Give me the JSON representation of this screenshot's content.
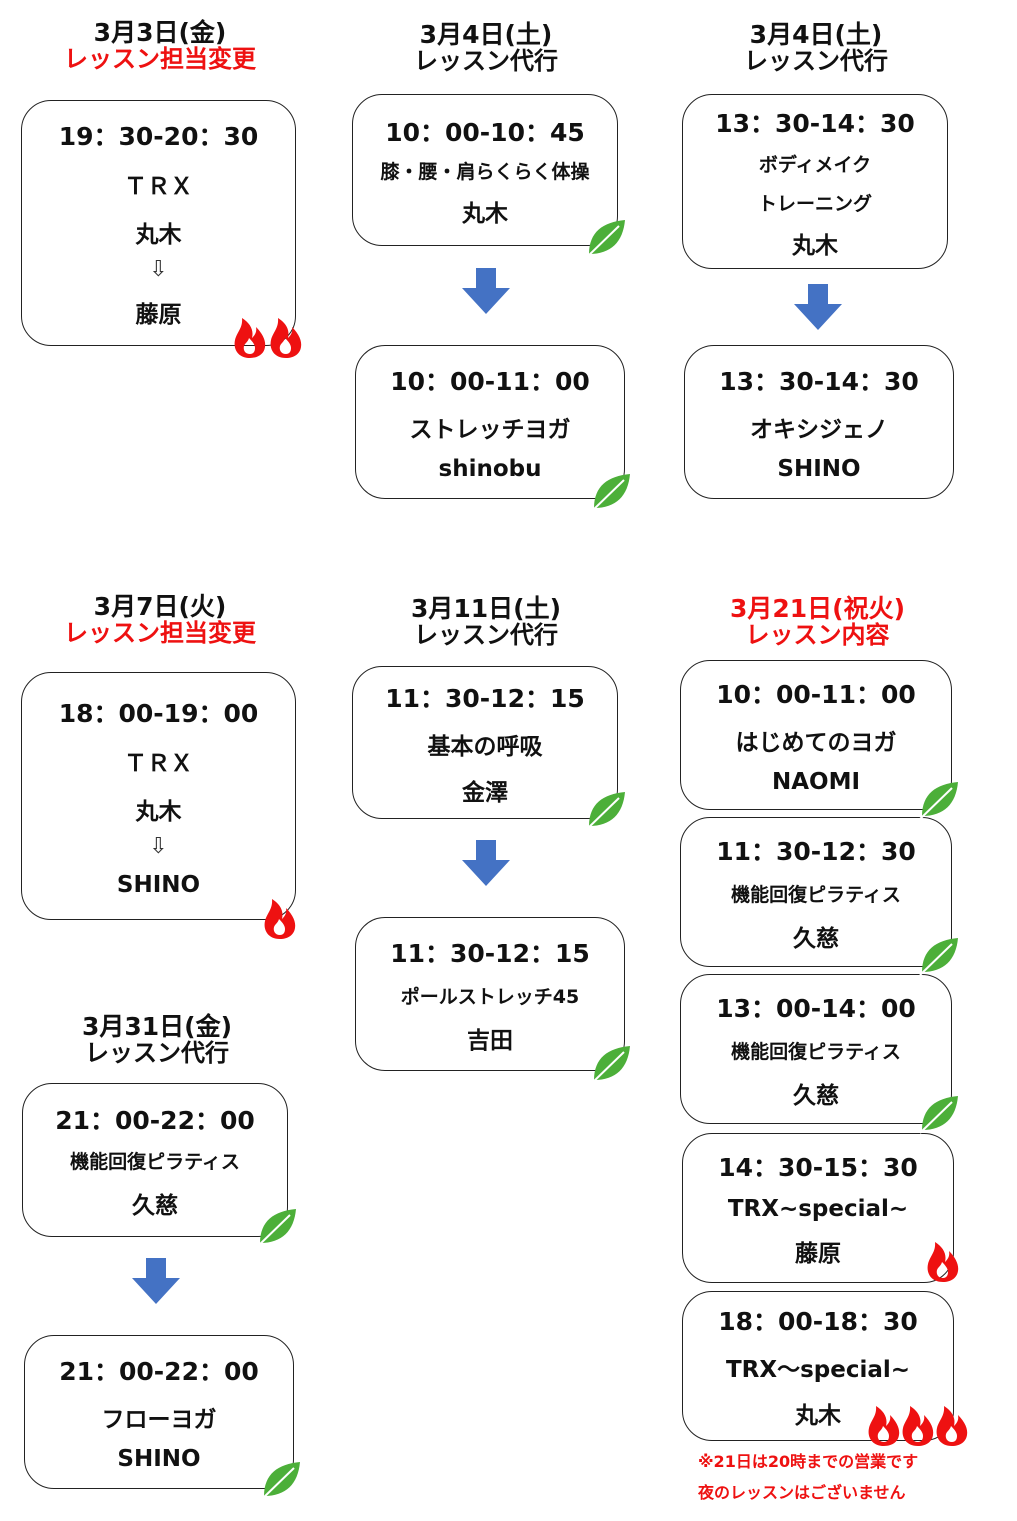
{
  "colors": {
    "accent_red": "#ee1111",
    "arrow_blue": "#4472c4",
    "leaf_green": "#4caf39",
    "flame_red": "#ee1111"
  },
  "sections": {
    "mar3": {
      "date": "3月3日(金)",
      "subtitle": "レッスン担当変更",
      "card": {
        "time": "19：30-20：30",
        "lesson": "ＴＲＸ",
        "from": "丸木",
        "change_arrow": "⇩",
        "to": "藤原",
        "icon": "flame-icon x2"
      }
    },
    "mar4a": {
      "date": "3月4日(土)",
      "subtitle": "レッスン代行",
      "before": {
        "time": "10：00-10：45",
        "lesson": "膝・腰・肩らくらく体操",
        "instructor": "丸木",
        "icon": "leaf-icon"
      },
      "after": {
        "time": "10：00-11：00",
        "lesson": "ストレッチヨガ",
        "instructor": "shinobu",
        "icon": "leaf-icon"
      }
    },
    "mar4b": {
      "date": "3月4日(土)",
      "subtitle": "レッスン代行",
      "before": {
        "time": "13：30-14：30",
        "lesson_line1": "ボディメイク",
        "lesson_line2": "トレーニング",
        "instructor": "丸木"
      },
      "after": {
        "time": "13：30-14：30",
        "lesson": "オキシジェノ",
        "instructor": "SHINO"
      }
    },
    "mar7": {
      "date": "3月7日(火)",
      "subtitle": "レッスン担当変更",
      "card": {
        "time": "18：00-19：00",
        "lesson": "ＴＲＸ",
        "from": "丸木",
        "change_arrow": "⇩",
        "to": "SHINO",
        "icon": "flame-icon"
      }
    },
    "mar11": {
      "date": "3月11日(土)",
      "subtitle": "レッスン代行",
      "before": {
        "time": "11：30-12：15",
        "lesson": "基本の呼吸",
        "instructor": "金澤",
        "icon": "leaf-icon"
      },
      "after": {
        "time": "11：30-12：15",
        "lesson": "ポールストレッチ45",
        "instructor": "吉田",
        "icon": "leaf-icon"
      }
    },
    "mar21": {
      "date": "3月21日(祝火)",
      "subtitle": "レッスン内容",
      "lessons": [
        {
          "time": "10：00-11：00",
          "lesson": "はじめてのヨガ",
          "instructor": "NAOMI",
          "icon": "leaf-icon"
        },
        {
          "time": "11：30-12：30",
          "lesson": "機能回復ピラティス",
          "instructor": "久慈",
          "icon": "leaf-icon"
        },
        {
          "time": "13：00-14：00",
          "lesson": "機能回復ピラティス",
          "instructor": "久慈",
          "icon": "leaf-icon"
        },
        {
          "time": "14：30-15：30",
          "lesson": "TRX~special~",
          "instructor": "藤原",
          "icon": "flame-icon"
        },
        {
          "time": "18：00-18：30",
          "lesson": "TRX～special~",
          "instructor": "丸木",
          "icon": "flame-icon x3"
        }
      ],
      "note_line1": "※21日は20時までの営業です",
      "note_line2": "夜のレッスンはございません"
    },
    "mar31": {
      "date": "3月31日(金)",
      "subtitle": "レッスン代行",
      "before": {
        "time": "21：00-22：00",
        "lesson": "機能回復ピラティス",
        "instructor": "久慈",
        "icon": "leaf-icon"
      },
      "after": {
        "time": "21：00-22：00",
        "lesson": "フローヨガ",
        "instructor": "SHINO",
        "icon": "leaf-icon"
      }
    }
  }
}
